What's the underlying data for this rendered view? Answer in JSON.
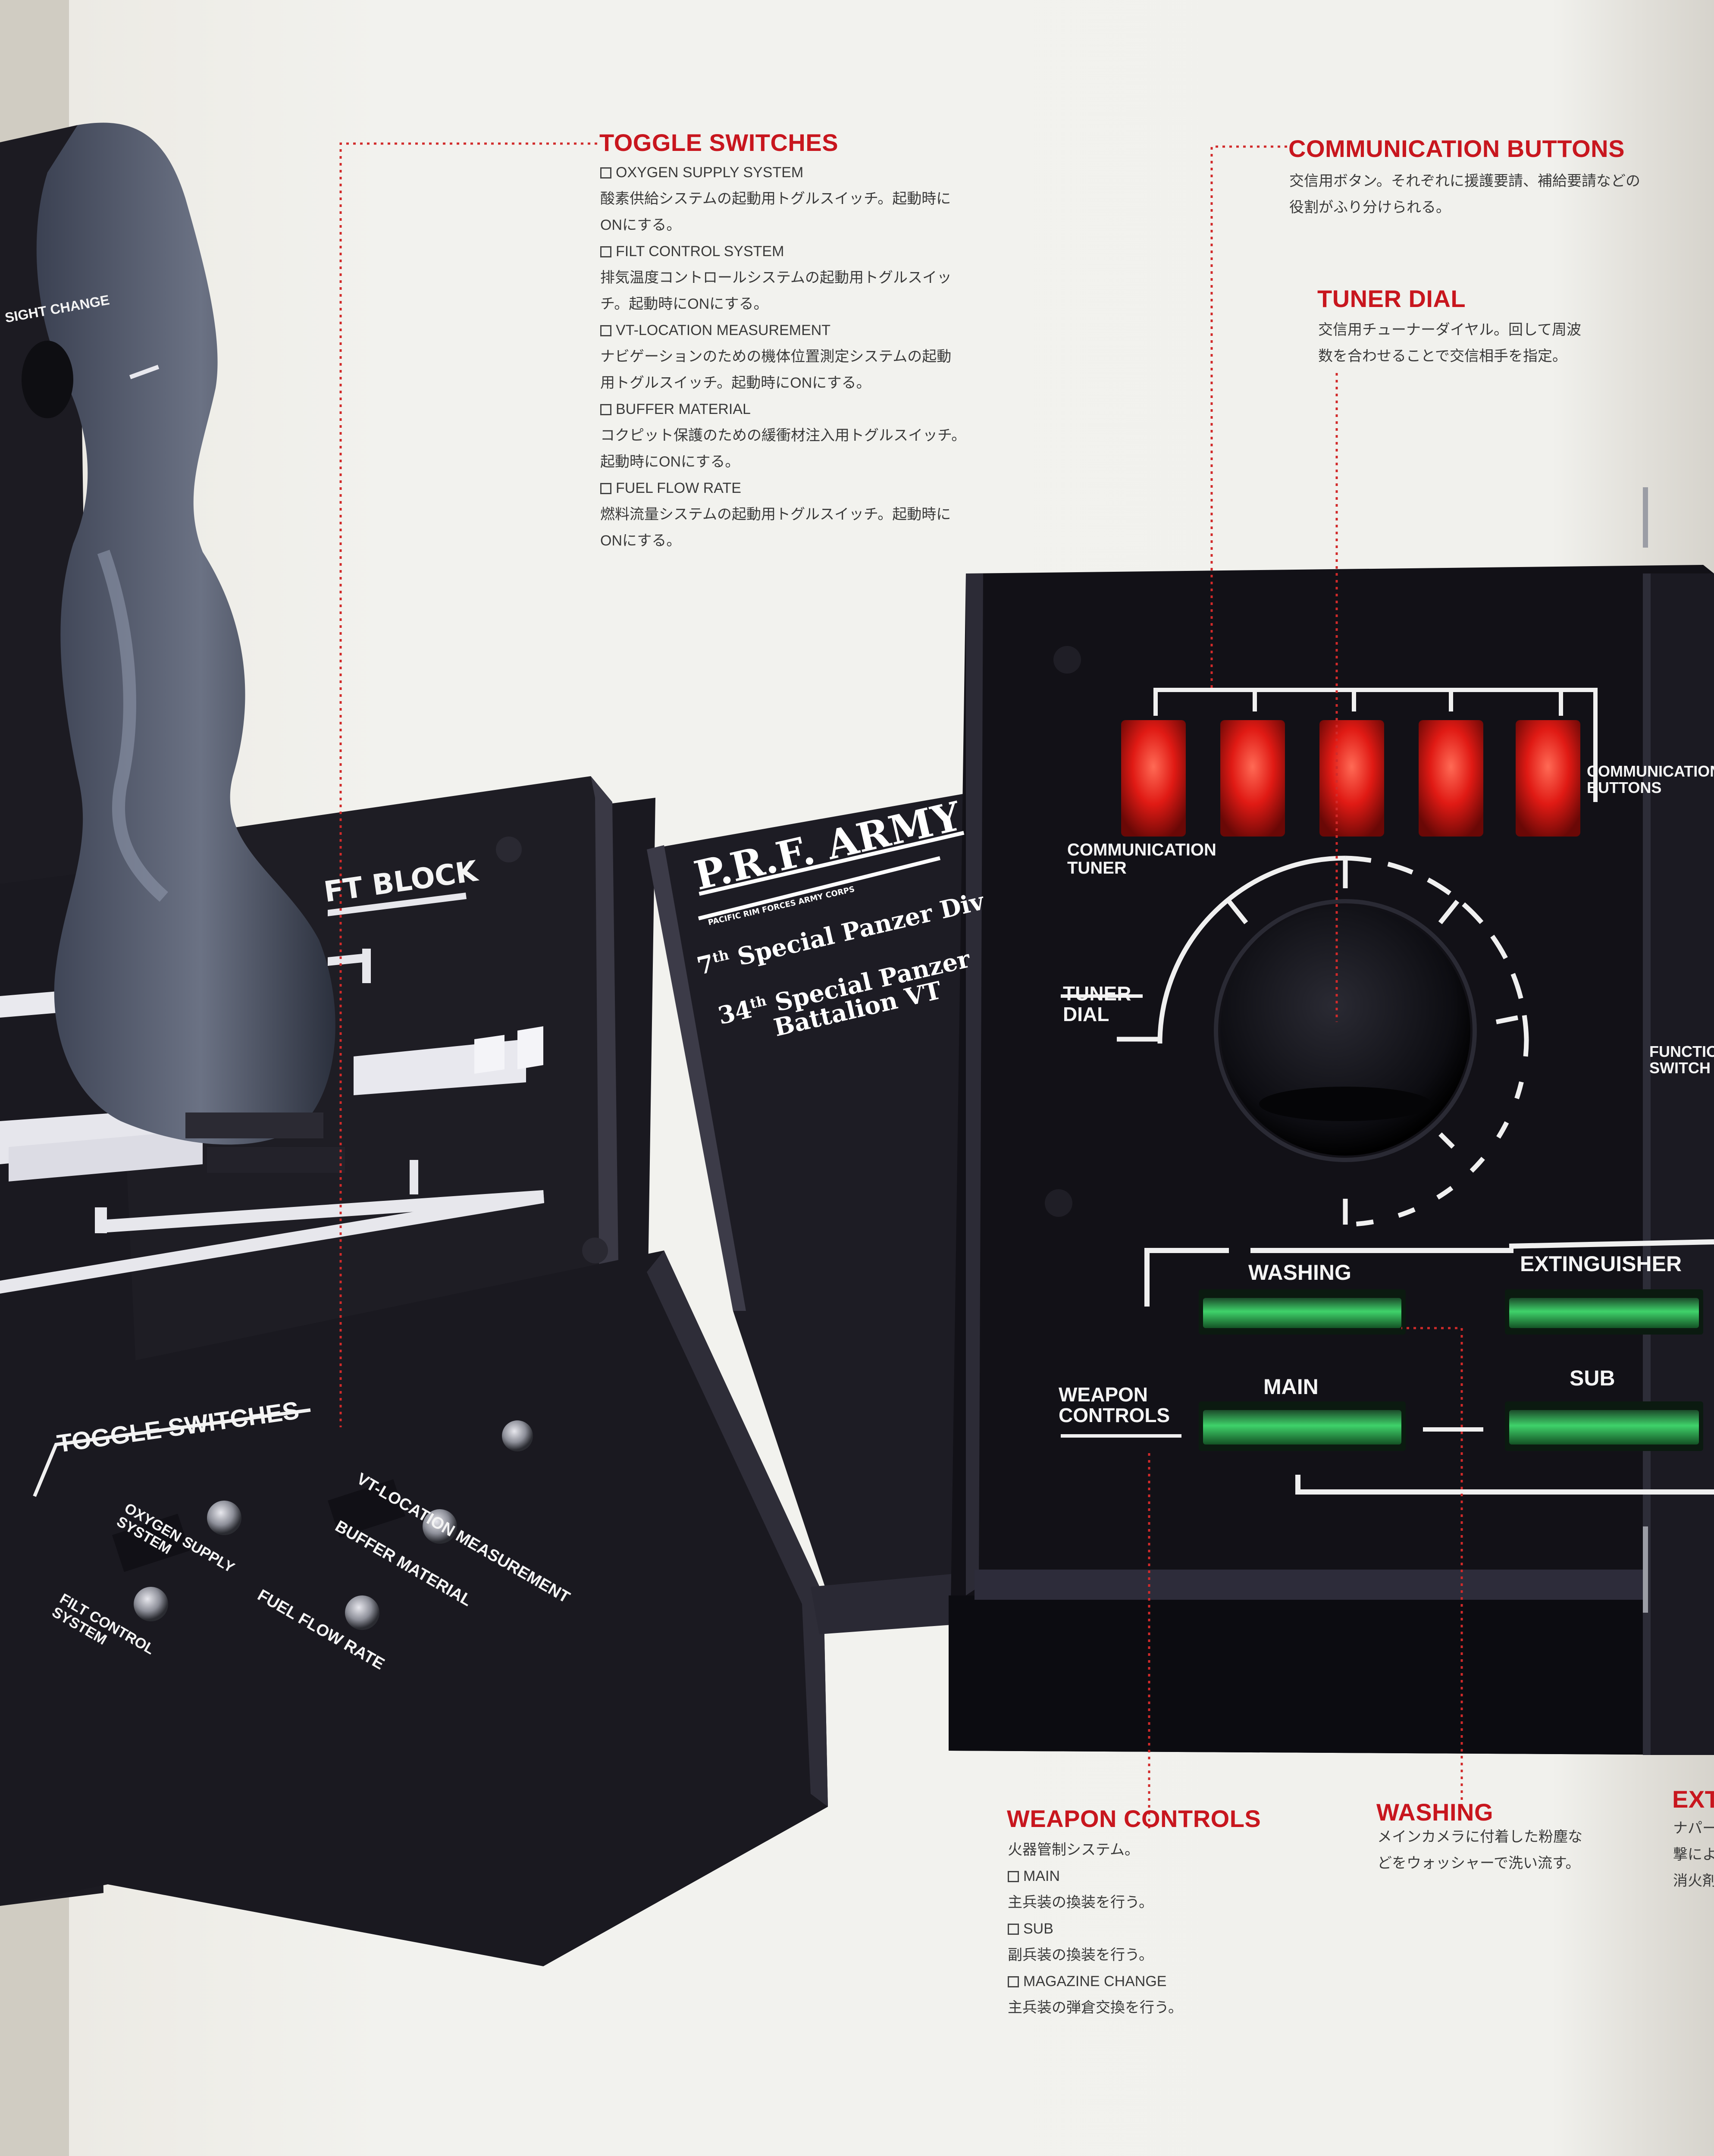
{
  "toggle_switches": {
    "title": "TOGGLE SWITCHES",
    "items": [
      {
        "name": "OXYGEN SUPPLY SYSTEM",
        "desc": [
          "酸素供給システムの起動用トグルスイッチ。起動時に",
          "ONにする。"
        ]
      },
      {
        "name": "FILT CONTROL SYSTEM",
        "desc": [
          "排気温度コントロールシステムの起動用トグルスイッ",
          "チ。起動時にONにする。"
        ]
      },
      {
        "name": "VT-LOCATION MEASUREMENT",
        "desc": [
          "ナビゲーションのための機体位置測定システムの起動",
          "用トグルスイッチ。起動時にONにする。"
        ]
      },
      {
        "name": "BUFFER MATERIAL",
        "desc": [
          "コクピット保護のための緩衝材注入用トグルスイッチ。",
          "起動時にONにする。"
        ]
      },
      {
        "name": "FUEL FLOW RATE",
        "desc": [
          "燃料流量システムの起動用トグルスイッチ。起動時に",
          "ONにする。"
        ]
      }
    ]
  },
  "communication_buttons": {
    "title": "COMMUNICATION BUTTONS",
    "desc": [
      "交信用ボタン。それぞれに援護要請、補給要請などの",
      "役割がふり分けられる。"
    ]
  },
  "tuner_dial": {
    "title": "TUNER DIAL",
    "desc": [
      "交信用チューナーダイヤル。回して周波",
      "数を合わせることで交信相手を指定。"
    ]
  },
  "weapon_controls": {
    "title": "WEAPON CONTROLS",
    "lines": [
      "火器管制システム。"
    ],
    "items": [
      {
        "name": "MAIN",
        "desc": "主兵装の換装を行う。"
      },
      {
        "name": "SUB",
        "desc": "副兵装の換装を行う。"
      },
      {
        "name": "MAGAZINE CHANGE",
        "desc": "主兵装の弾倉交換を行う。"
      }
    ]
  },
  "washing": {
    "title": "WASHING",
    "desc": [
      "メインカメラに付着した粉塵な",
      "どをウォッシャーで洗い流す。"
    ]
  },
  "extinguisher_partial": {
    "title": "EXT",
    "desc": [
      "ナパー",
      "撃によ",
      "消火剤"
    ]
  },
  "photo_labels": {
    "sight_change": "SIGHT CHANGE",
    "left_block": "FT BLOCK",
    "toggle_switches": "TOGGLE SWITCHES",
    "vt_location": "VT-LOCATION MEASUREMENT",
    "oxygen_supply": [
      "OXYGEN SUPPLY",
      "SYSTEM"
    ],
    "buffer_material": "BUFFER MATERIAL",
    "filt_control": [
      "FILT CONTROL",
      "SYSTEM"
    ],
    "fuel_flow": "FUEL FLOW RATE",
    "prf_army": "P.R.F. ARMY",
    "prf_sub": "PACIFIC RIM FORCES ARMY CORPS",
    "division": [
      "7",
      "th",
      "Special Panzer Div"
    ],
    "battalion": [
      "34",
      "th",
      "Special Panzer",
      "Battalion VT"
    ],
    "communication_buttons": [
      "COMMUNICATION",
      "BUTTONS"
    ],
    "communication_tuner": [
      "COMMUNICATION",
      "TUNER"
    ],
    "tuner_dial": [
      "TUNER",
      "DIAL"
    ],
    "function_switch": [
      "FUNCTIO",
      "SWITCH"
    ],
    "washing": "WASHING",
    "extinguisher": "EXTINGUISHER",
    "main": "MAIN",
    "sub": "SUB",
    "weapon_controls": [
      "WEAPON",
      "CONTROLS"
    ]
  },
  "colors": {
    "accent_red": "#c8161e",
    "panel_black": "#17161b",
    "button_red": "#e01a14",
    "button_green": "#3fd26a"
  }
}
